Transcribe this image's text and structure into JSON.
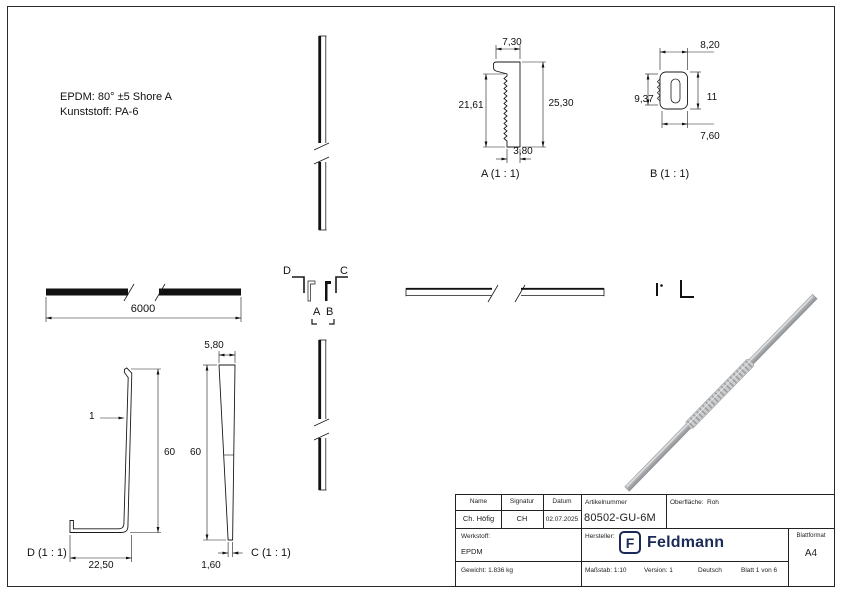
{
  "brand_color": "#1c2a58",
  "notes": {
    "line1": "EPDM: 80° ±5 Shore A",
    "line2": "Kunststoff: PA-6"
  },
  "details": {
    "a": {
      "label": "A (1 : 1)",
      "dim_top": "7,30",
      "dim_left": "21,61",
      "dim_right": "25,30",
      "dim_bottom": "3,80"
    },
    "b": {
      "label": "B (1 : 1)",
      "dim_top": "8,20",
      "dim_left": "9,37",
      "dim_right": "11",
      "dim_bottom": "7,60"
    },
    "c": {
      "label": "C (1 : 1)",
      "dim_top": "5,80",
      "dim_height": "60",
      "dim_bottom": "1,60"
    },
    "d": {
      "label": "D (1 : 1)",
      "dim_thickness": "1",
      "dim_height": "60",
      "dim_width": "22,50"
    }
  },
  "length_view": {
    "dim_length": "6000"
  },
  "section_markers": {
    "d": "D",
    "c": "C",
    "a": "A",
    "b": "B"
  },
  "titleblock": {
    "col_name": "Name",
    "col_signatur": "Signatur",
    "col_datum": "Datum",
    "name": "Ch. Höfig",
    "signatur": "CH",
    "datum": "02.07.2025",
    "artikelnummer_label": "Artikelnummer",
    "artikelnummer": "80502-GU-6M",
    "oberflaeche_label": "Oberfläche:",
    "oberflaeche_value": "Roh",
    "werkstoff_label": "Werkstoff:",
    "werkstoff": "EPDM",
    "hersteller_label": "Hersteller:",
    "brand_f": "F",
    "brand": "Feldmann",
    "blattformat_label": "Blattformat",
    "blattformat": "A4",
    "gewicht": "Gewicht: 1.836 kg",
    "massstab": "Maßstab: 1:10",
    "version": "Version: 1",
    "sprache": "Deutsch",
    "blatt": "Blatt 1 von 6"
  }
}
